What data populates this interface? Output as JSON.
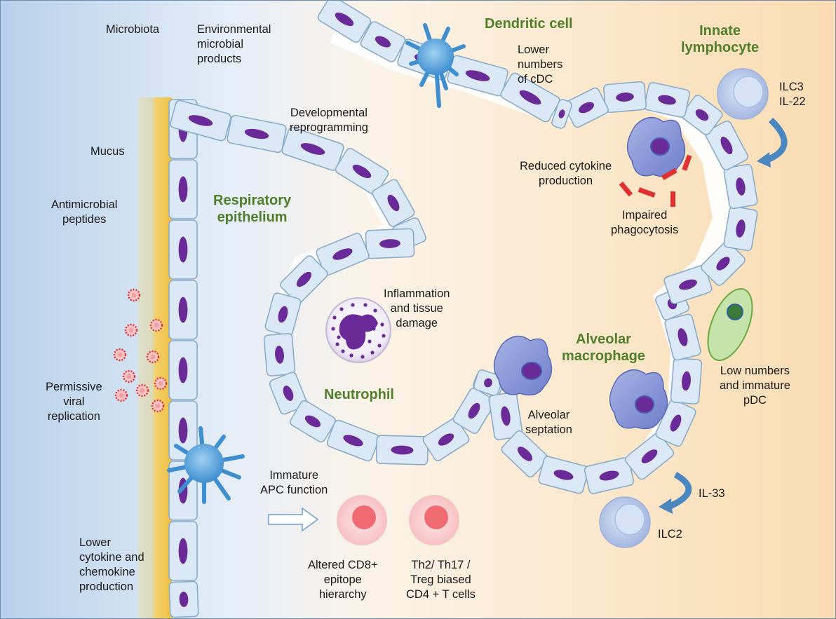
{
  "headings": {
    "dendritic_cell": "Dendritic cell",
    "innate_lymphocyte": "Innate\nlymphocyte",
    "respiratory_epithelium": "Respiratory\nepithelium",
    "neutrophil": "Neutrophil",
    "alveolar_macrophage": "Alveolar\nmacrophage"
  },
  "labels": {
    "microbiota": "Microbiota",
    "environmental": "Environmental\nmicrobial\nproducts",
    "lower_cdc": "Lower\nnumbers\nof cDC",
    "ilc3": "ILC3\nIL-22",
    "developmental": "Developmental\nreprogramming",
    "mucus": "Mucus",
    "antimicrobial": "Antimicrobial\npeptides",
    "reduced_cytokine": "Reduced cytokine\nproduction",
    "impaired_phagocytosis": "Impaired\nphagocytosis",
    "inflammation": "Inflammation\nand tissue\ndamage",
    "permissive": "Permissive\nviral\nreplication",
    "alveolar_septation": "Alveolar\nseptation",
    "low_pdc": "Low numbers\nand immature\npDC",
    "immature_apc": "Immature\nAPC function",
    "il33": "IL-33",
    "ilc2": "ILC2",
    "lower_cytokine": "Lower\ncytokine and\nchemokine\nproduction",
    "cd8": "Altered CD8+\nepitope\nhierarchy",
    "th2": "Th2/ Th17 /\nTreg biased\nCD4 + T cells"
  },
  "colors": {
    "left_blue": "#b7d0ea",
    "right_peach": "#fbe0b8",
    "mucus": "#f2c44a",
    "cell_fill": "#dbe9f6",
    "cell_stroke": "#8aabc9",
    "nucleus": "#6a2a98",
    "heading_green": "#4f7f2a",
    "dendritic_blue": "#3f8fd0",
    "macrophage": "#7f8fd4",
    "pdc_green": "#b9dd9a",
    "tcell_pink": "#f07a80",
    "ilc_blue": "#aebfe3",
    "arrow_blue": "#4a86c0",
    "red_marks": "#e03030"
  },
  "icons": {
    "dendritic_cell": "dendritic-cell-icon",
    "macrophage": "macrophage-icon",
    "neutrophil": "neutrophil-icon",
    "virus": "virus-particle-icon",
    "ilc": "ilc-cell-icon",
    "tcell": "t-cell-icon",
    "pdc": "pdc-cell-icon"
  }
}
